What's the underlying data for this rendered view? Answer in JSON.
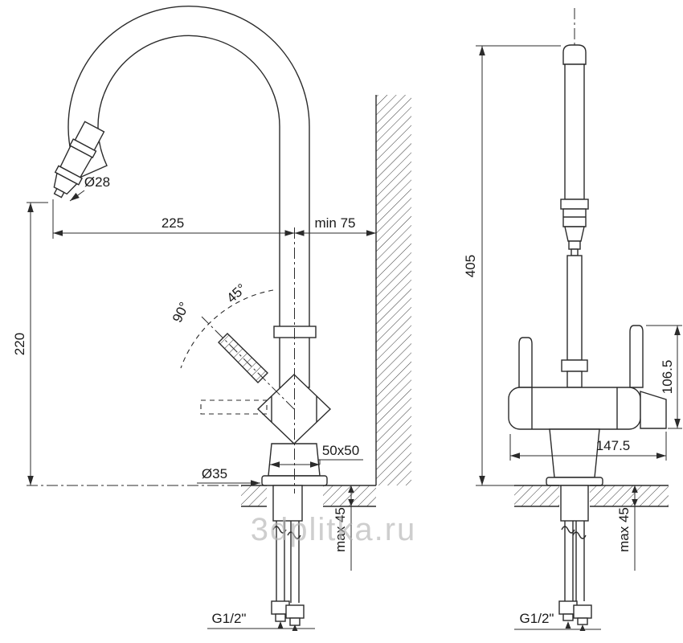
{
  "watermark": "3dplitka.ru",
  "colors": {
    "line": "#2b2b2b",
    "watermark": "#b5b5b5"
  },
  "side_view": {
    "spout_diameter": "Ø28",
    "reach": "225",
    "wall_clearance": "min 75",
    "spout_height": "220",
    "swivel_full": "90°",
    "swivel_half": "45°",
    "hole_diameter": "Ø35",
    "base_size": "50x50",
    "deck_thickness": "max 45",
    "thread": "G1/2\""
  },
  "front_view": {
    "total_height": "405",
    "handle_height": "106.5",
    "body_width": "147.5",
    "deck_thickness": "max 45",
    "thread": "G1/2\""
  }
}
